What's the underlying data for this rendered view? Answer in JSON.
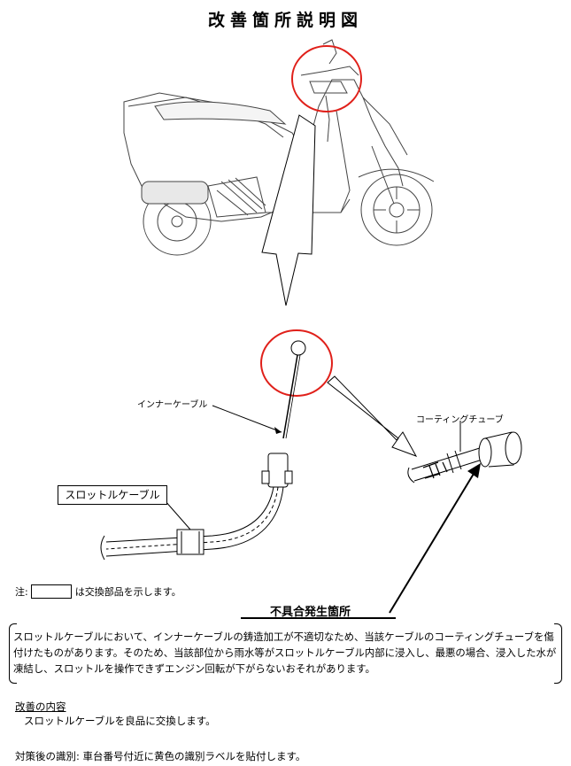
{
  "title": "改善箇所説明図",
  "labels": {
    "inner_cable": "インナーケーブル",
    "coating_tube": "コーティングチューブ",
    "throttle_cable": "スロットルケーブル"
  },
  "note": {
    "prefix": "注:",
    "suffix": "は交換部品を示します。"
  },
  "defect_heading": "不具合発生箇所",
  "description": "スロットルケーブルにおいて、インナーケーブルの鋳造加工が不適切なため、当該ケーブルのコーティングチューブを傷付けたものがあります。そのため、当該部位から雨水等がスロットルケーブル内部に浸入し、最悪の場合、浸入した水が凍結し、スロットルを操作できずエンジン回転が下がらないおそれがあります。",
  "improvement": {
    "heading": "改善の内容",
    "body": "スロットルケーブルを良品に交換します。"
  },
  "identification": "対策後の識別: 車台番号付近に黄色の識別ラベルを貼付します。",
  "colors": {
    "highlight_circle": "#e0201a",
    "line": "#000000"
  }
}
